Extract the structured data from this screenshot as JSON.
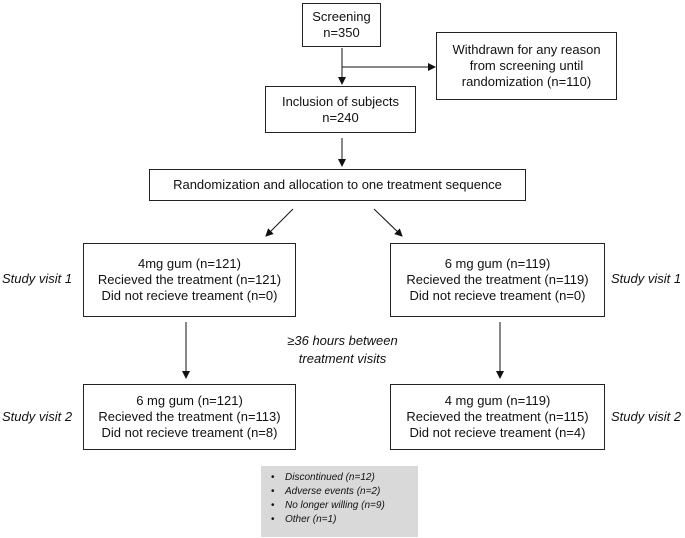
{
  "screening": {
    "line1": "Screening",
    "line2": "n=350"
  },
  "withdrawn": {
    "line1": "Withdrawn for any reason",
    "line2": "from screening until",
    "line3": "randomization (n=110)"
  },
  "inclusion": {
    "line1": "Inclusion of subjects",
    "line2": "n=240"
  },
  "randomization": {
    "text": "Randomization and allocation to one treatment sequence"
  },
  "left_visit1": {
    "line1": "4mg gum (n=121)",
    "line2": "Recieved the treatment (n=121)",
    "line3": "Did not recieve treament (n=0)"
  },
  "right_visit1": {
    "line1": "6 mg gum (n=119)",
    "line2": "Recieved the treatment (n=119)",
    "line3": "Did not recieve treament (n=0)"
  },
  "left_visit2": {
    "line1": "6 mg gum (n=121)",
    "line2": "Recieved the treatment (n=113)",
    "line3": "Did not recieve treament (n=8)"
  },
  "right_visit2": {
    "line1": "4 mg gum (n=119)",
    "line2": "Recieved the treatment (n=115)",
    "line3": "Did not recieve treament (n=4)"
  },
  "labels": {
    "study_visit_1": "Study visit 1",
    "study_visit_2": "Study visit 2"
  },
  "between_note": {
    "line1": "≥36 hours between",
    "line2": "treatment visits"
  },
  "discontinued": {
    "items": [
      "Discontinued (n=12)",
      "Adverse events (n=2)",
      "No longer willing (n=9)",
      "Other (n=1)"
    ],
    "bullet": "•",
    "background": "#d9d9d9"
  }
}
